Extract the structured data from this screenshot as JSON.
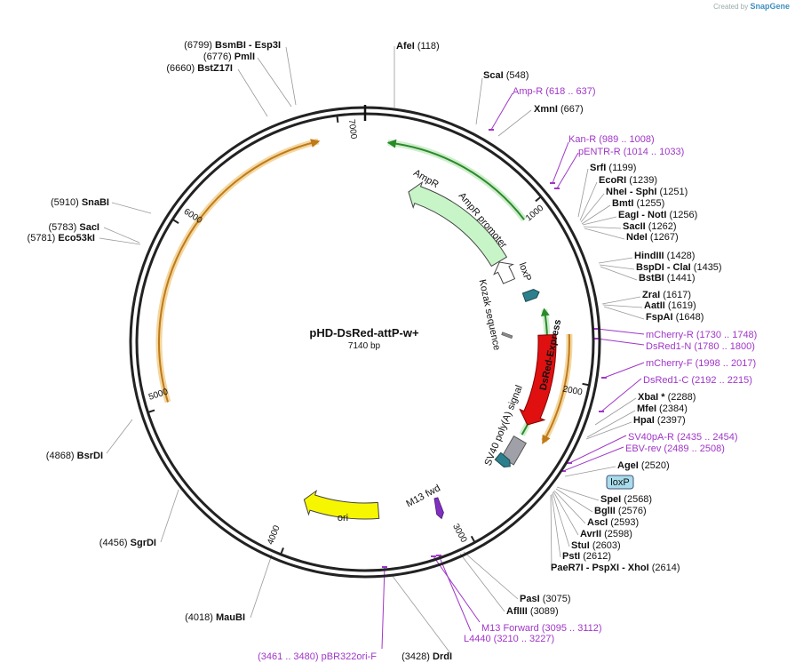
{
  "brand": {
    "prefix": "Created by",
    "name": "SnapGene"
  },
  "plasmid": {
    "name": "pHD-DsRed-attP-w+",
    "size_label": "7140 bp",
    "length": 7140
  },
  "ticks": [
    "1000",
    "2000",
    "3000",
    "4000",
    "5000",
    "6000",
    "7000"
  ],
  "features": [
    {
      "name": "AmpR",
      "start": 320,
      "end": 1250,
      "dir": "ccw",
      "fill": "#c8f5c8",
      "stroke": "#444"
    },
    {
      "name": "AmpR promoter",
      "start": 1250,
      "end": 1345,
      "dir": "ccw",
      "fill": "#ffffff",
      "stroke": "#444"
    },
    {
      "name": "loxP",
      "start": 1450,
      "end": 1490,
      "fill": "#2d7f8c"
    },
    {
      "name": "Kozak sequence",
      "start": 1726,
      "end": 1735,
      "fill": "#888888"
    },
    {
      "name": "DsRed-Express",
      "start": 1750,
      "end": 2430,
      "dir": "cw",
      "fill": "#e01010",
      "stroke": "#800000"
    },
    {
      "name": "SV40 poly(A) signal",
      "start": 2440,
      "end": 2560,
      "fill": "#a0a0a8"
    },
    {
      "name": "loxP",
      "start": 2570,
      "end": 2610,
      "fill": "#2d7f8c"
    },
    {
      "name": "M13 fwd",
      "start": 3095,
      "end": 3112,
      "fill": "#8030c0"
    },
    {
      "name": "ori",
      "start": 3440,
      "end": 4030,
      "dir": "cw",
      "fill": "#f6f600",
      "stroke": "#444"
    }
  ],
  "sites": [
    {
      "name": "AfeI",
      "pos": "(118)"
    },
    {
      "name": "ScaI",
      "pos": "(548)"
    },
    {
      "name": "XmnI",
      "pos": "(667)"
    },
    {
      "name": "SrfI",
      "pos": "(1199)"
    },
    {
      "name": "EcoRI",
      "pos": "(1239)"
    },
    {
      "name": "NheI - SphI",
      "pos": "(1251)"
    },
    {
      "name": "BmtI",
      "pos": "(1255)"
    },
    {
      "name": "EagI - NotI",
      "pos": "(1256)"
    },
    {
      "name": "SacII",
      "pos": "(1262)"
    },
    {
      "name": "NdeI",
      "pos": "(1267)"
    },
    {
      "name": "HindIII",
      "pos": "(1428)"
    },
    {
      "name": "BspDI - ClaI",
      "pos": "(1435)"
    },
    {
      "name": "BstBI",
      "pos": "(1441)"
    },
    {
      "name": "ZraI",
      "pos": "(1617)"
    },
    {
      "name": "AatII",
      "pos": "(1619)"
    },
    {
      "name": "FspAI",
      "pos": "(1648)"
    },
    {
      "name": "XbaI *",
      "pos": "(2288)"
    },
    {
      "name": "MfeI",
      "pos": "(2384)"
    },
    {
      "name": "HpaI",
      "pos": "(2397)"
    },
    {
      "name": "AgeI",
      "pos": "(2520)"
    },
    {
      "name": "SpeI",
      "pos": "(2568)"
    },
    {
      "name": "BglII",
      "pos": "(2576)"
    },
    {
      "name": "AscI",
      "pos": "(2593)"
    },
    {
      "name": "AvrII",
      "pos": "(2598)"
    },
    {
      "name": "StuI",
      "pos": "(2603)"
    },
    {
      "name": "PstI",
      "pos": "(2612)"
    },
    {
      "name": "PaeR7I - PspXI - XhoI",
      "pos": "(2614)"
    },
    {
      "name": "PasI",
      "pos": "(3075)"
    },
    {
      "name": "AflIII",
      "pos": "(3089)"
    },
    {
      "name": "DrdI",
      "pos": "(3428)"
    },
    {
      "name": "MauBI",
      "pos": "(4018)"
    },
    {
      "name": "SgrDI",
      "pos": "(4456)"
    },
    {
      "name": "BsrDI",
      "pos": "(4868)"
    },
    {
      "name": "Eco53kI",
      "pos": "(5781)"
    },
    {
      "name": "SacI",
      "pos": "(5783)"
    },
    {
      "name": "SnaBI",
      "pos": "(5910)"
    },
    {
      "name": "BstZ17I",
      "pos": "(6660)"
    },
    {
      "name": "PmlI",
      "pos": "(6776)"
    },
    {
      "name": "BsmBI - Esp3I",
      "pos": "(6799)"
    }
  ],
  "primers": [
    {
      "name": "Amp-R",
      "range": "(618 .. 637)"
    },
    {
      "name": "Kan-R",
      "range": "(989 .. 1008)"
    },
    {
      "name": "pENTR-R",
      "range": "(1014 .. 1033)"
    },
    {
      "name": "mCherry-R",
      "range": "(1730 .. 1748)"
    },
    {
      "name": "DsRed1-N",
      "range": "(1780 .. 1800)"
    },
    {
      "name": "mCherry-F",
      "range": "(1998 .. 2017)"
    },
    {
      "name": "DsRed1-C",
      "range": "(2192 .. 2215)"
    },
    {
      "name": "SV40pA-R",
      "range": "(2435 .. 2454)"
    },
    {
      "name": "EBV-rev",
      "range": "(2489 .. 2508)"
    },
    {
      "name": "M13 Forward",
      "range": "(3095 .. 3112)"
    },
    {
      "name": "L4440",
      "range": "(3210 .. 3227)"
    },
    {
      "name": "pBR322ori-F",
      "range": "(3461 .. 3480)"
    }
  ],
  "colors": {
    "primer": "#a036c8",
    "ring": "#222222",
    "orf": "#e8a040"
  }
}
